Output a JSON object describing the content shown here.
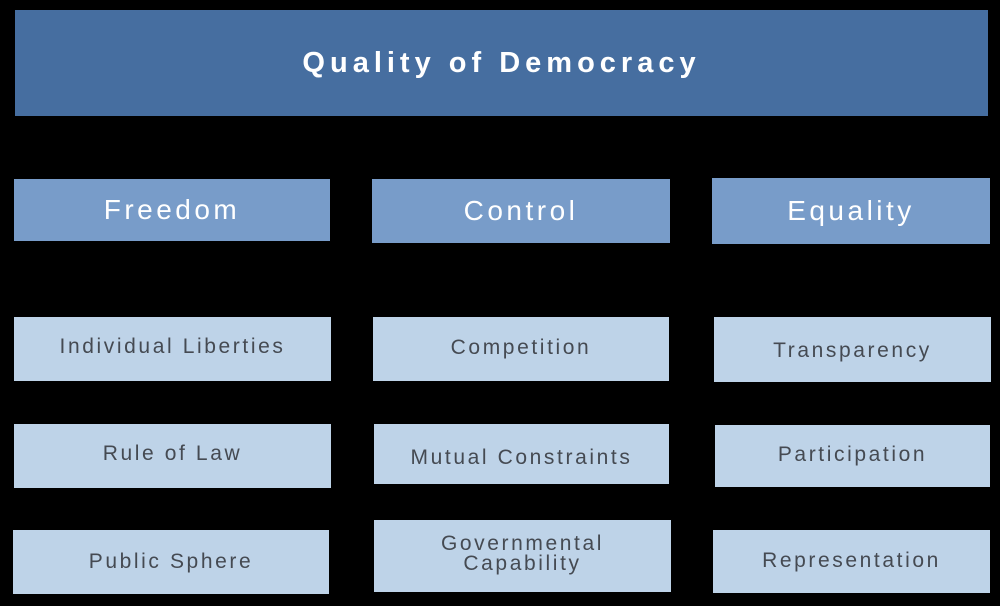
{
  "diagram": {
    "title": "Quality of Democracy",
    "colors": {
      "background": "#000000",
      "title_box": "#466ea0",
      "category_box": "#789cc9",
      "sub_box": "#bed3e8",
      "sub_text": "#454a52"
    },
    "categories": [
      {
        "label": "Freedom",
        "items": [
          "Individual Liberties",
          "Rule of Law",
          "Public Sphere"
        ]
      },
      {
        "label": "Control",
        "items": [
          "Competition",
          "Mutual Constraints",
          "Governmental Capability"
        ],
        "item_lines": {
          "2": [
            "Governmental",
            "Capability"
          ]
        }
      },
      {
        "label": "Equality",
        "items": [
          "Transparency",
          "Participation",
          "Representation"
        ]
      }
    ]
  }
}
